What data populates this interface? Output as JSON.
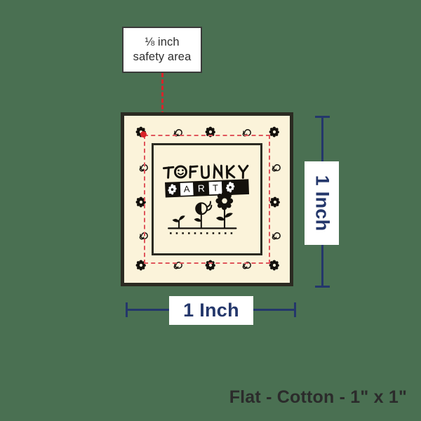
{
  "background_color": "#4a7052",
  "callout": {
    "line1_numerator": "1",
    "line1_denominator": "8",
    "line1_fraction": "⅛",
    "line1_unit": "inch",
    "line1": "⅛ inch",
    "line2": "safety area",
    "border_color": "#3b3b3b",
    "fill_color": "#ffffff",
    "leader_color": "#d9242a",
    "leader_style": "dashed"
  },
  "label": {
    "fill_color": "#fbf3da",
    "border_color": "#2b2b22",
    "safety_line_color": "#e0565c",
    "safety_dot_color": "#d9242a",
    "ink_color": "#14110c",
    "border_decorations": {
      "top": [
        "flower-icon",
        "spiral-icon",
        "flower-icon",
        "spiral-icon",
        "flower-icon"
      ],
      "bottom": [
        "flower-icon",
        "spiral-icon",
        "flower-icon",
        "spiral-icon",
        "flower-icon"
      ],
      "left": [
        "spiral-icon",
        "flower-icon",
        "spiral-icon"
      ],
      "right": [
        "spiral-icon",
        "flower-icon",
        "spiral-icon"
      ]
    },
    "artwork": {
      "brand_word": "TOFUNKY",
      "brand_letters": [
        "T",
        "O",
        "F",
        "U",
        "N",
        "K",
        "Y"
      ],
      "brand_o_is_smiley": true,
      "banner_word": "ART",
      "banner_tiles": [
        "flower-icon",
        "A",
        "R",
        "T",
        "flower-icon"
      ],
      "illustration": "three-growing-flowers",
      "ground_line": "dotted"
    }
  },
  "dimensions": {
    "vertical_label": "1 Inch",
    "horizontal_label": "1 Inch",
    "color": "#24376b"
  },
  "caption": {
    "text": "Flat - Cotton - 1\" x 1\""
  }
}
